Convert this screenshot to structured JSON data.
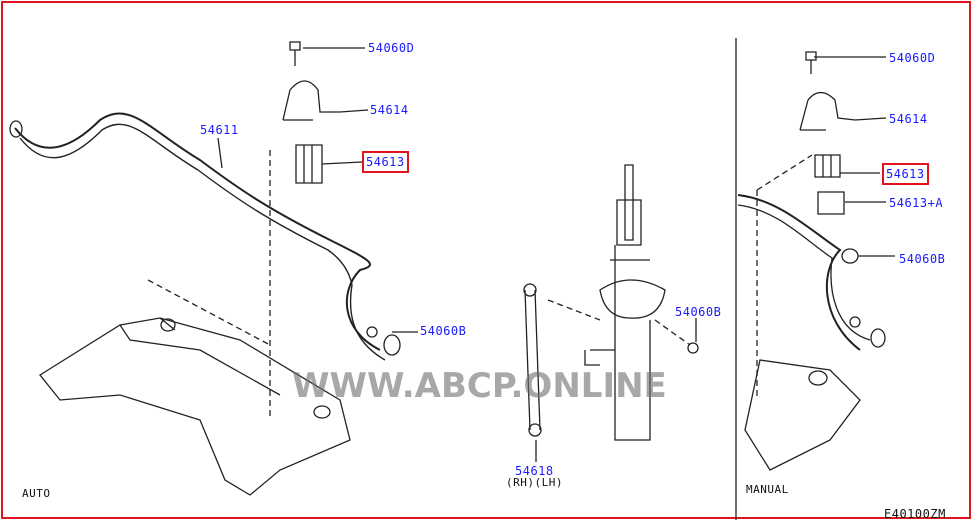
{
  "diagram": {
    "auto_section_label": "AUTO",
    "manual_section_label": "MANUAL",
    "figure_code": "E40100ZM",
    "watermark": "WWW.ABCP.ONLINE",
    "highlight_color": "#e0141e",
    "label_color": "#1a1aff",
    "auto_parts": {
      "bolt": "54060D",
      "bracket": "54614",
      "bushing": "54613",
      "stabilizer_bar": "54611",
      "nut_bar": "54060B",
      "nut_strut": "54060B",
      "link": "54618",
      "link_sides": "(RH)(LH)"
    },
    "manual_parts": {
      "bolt": "54060D",
      "bracket": "54614",
      "bushing": "54613",
      "bushing_alt": "54613+A",
      "nut": "54060B"
    }
  }
}
